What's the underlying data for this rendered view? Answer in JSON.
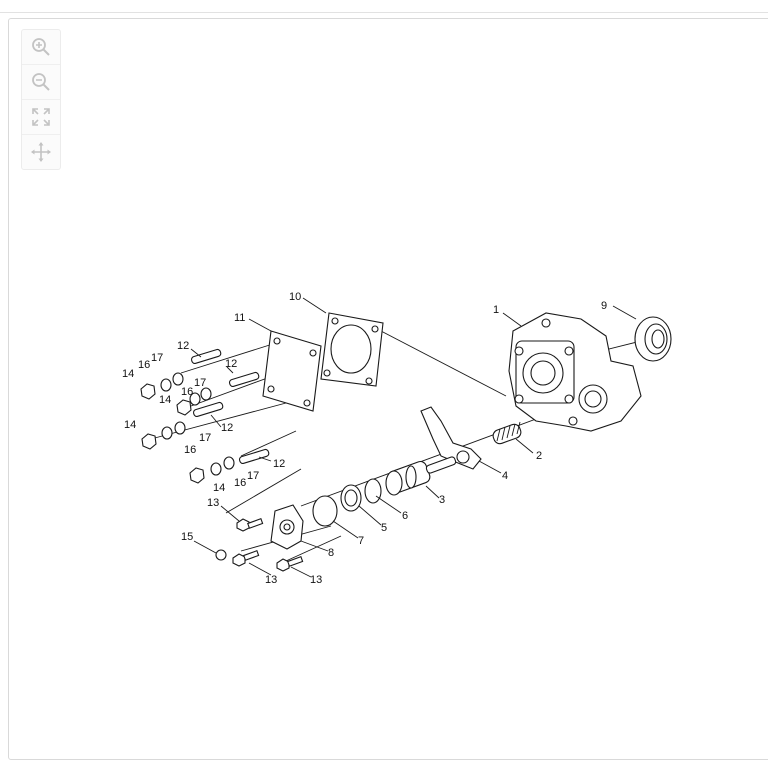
{
  "toolbar": {
    "tools": [
      {
        "name": "zoom-in-icon"
      },
      {
        "name": "zoom-out-icon"
      },
      {
        "name": "fit-screen-icon"
      },
      {
        "name": "pan-icon"
      }
    ],
    "icon_color": "#c3c3c3"
  },
  "diagram": {
    "labels": {
      "l1": "1",
      "l2": "2",
      "l3": "3",
      "l4": "4",
      "l5": "5",
      "l6": "6",
      "l7": "7",
      "l8": "8",
      "l9": "9",
      "l10": "10",
      "l11": "11",
      "l12a": "12",
      "l12b": "12",
      "l12c": "12",
      "l12d": "12",
      "l13a": "13",
      "l13b": "13",
      "l13c": "13",
      "l14a": "14",
      "l14b": "14",
      "l14c": "14",
      "l14d": "14",
      "l15": "15",
      "l16a": "16",
      "l16b": "16",
      "l16c": "16",
      "l16d": "16",
      "l17a": "17",
      "l17b": "17",
      "l17c": "17",
      "l17d": "17"
    }
  }
}
